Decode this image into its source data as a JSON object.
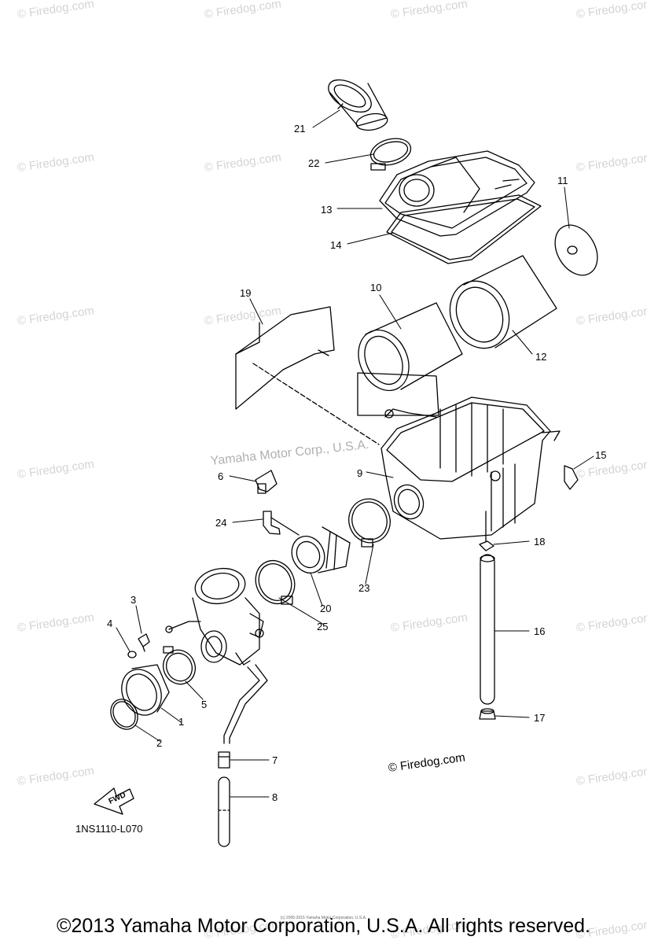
{
  "watermarks": {
    "text": "© Firedog.com",
    "center_text": "Yamaha Motor Corp., U.S.A."
  },
  "part_labels": [
    {
      "id": "1",
      "text": "1"
    },
    {
      "id": "2",
      "text": "2"
    },
    {
      "id": "3",
      "text": "3"
    },
    {
      "id": "4",
      "text": "4"
    },
    {
      "id": "5",
      "text": "5"
    },
    {
      "id": "6",
      "text": "6"
    },
    {
      "id": "7",
      "text": "7"
    },
    {
      "id": "8",
      "text": "8"
    },
    {
      "id": "9",
      "text": "9"
    },
    {
      "id": "10",
      "text": "10"
    },
    {
      "id": "11",
      "text": "11"
    },
    {
      "id": "12",
      "text": "12"
    },
    {
      "id": "13",
      "text": "13"
    },
    {
      "id": "14",
      "text": "14"
    },
    {
      "id": "15",
      "text": "15"
    },
    {
      "id": "16",
      "text": "16"
    },
    {
      "id": "17",
      "text": "17"
    },
    {
      "id": "18",
      "text": "18"
    },
    {
      "id": "19",
      "text": "19"
    },
    {
      "id": "20",
      "text": "20"
    },
    {
      "id": "21",
      "text": "21"
    },
    {
      "id": "22",
      "text": "22"
    },
    {
      "id": "23",
      "text": "23"
    },
    {
      "id": "24",
      "text": "24"
    },
    {
      "id": "25",
      "text": "25"
    }
  ],
  "fwd_label": "FWD",
  "diagram_code": "1NS1110-L070",
  "firedog_mark": "© Firedog.com",
  "tiny_copyright": "(c) 2005-2015 Yamaha Motor Corporation, U.S.A.",
  "footer_copyright": "©2013 Yamaha Motor Corporation, U.S.A. All rights reserved."
}
